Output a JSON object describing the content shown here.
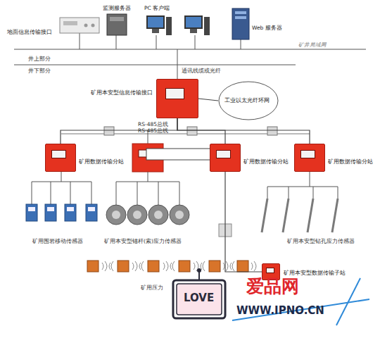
{
  "diagram": {
    "nodes": [
      {
        "text": [
          "地面信息传输接口"
        ]
      },
      {
        "text": [
          "监测服务器"
        ]
      },
      {
        "text": [
          "PC 客户端"
        ]
      },
      {
        "text": [
          "Web 服务器"
        ]
      },
      {
        "text": [
          "矿用本安型信息传输接口"
        ]
      },
      {
        "text": [
          "工业以太光纤环网"
        ]
      },
      {
        "text": [
          "矿用数据传输分站"
        ]
      },
      {
        "text": [
          "矿用数据传输分站"
        ]
      },
      {
        "text": [
          "矿用数据传输分站"
        ]
      },
      {
        "text": [
          "矿用本安型数据传输子站"
        ]
      }
    ],
    "edges": [
      {
        "from": 4,
        "to": 5,
        "arrow": "none"
      },
      {
        "from": 4,
        "to": 6,
        "arrow": "none"
      },
      {
        "from": 4,
        "to": 7,
        "arrow": "none"
      },
      {
        "from": 4,
        "to": 8,
        "arrow": "none"
      },
      {
        "from": 7,
        "to": 9,
        "arrow": "none"
      }
    ],
    "labels": [
      "井上部分",
      "井下部分",
      "矿井局域网",
      "通讯线缆或光纤",
      "RS-485总线",
      "RS-485总线",
      "矿用围岩移动传感器",
      "矿用本安型锚杆(索)应力传感器",
      "矿用本安型钻孔应力传感器",
      "矿用压力",
      "爱品网",
      "WWW.IPNO.CN",
      "LOVE"
    ]
  }
}
